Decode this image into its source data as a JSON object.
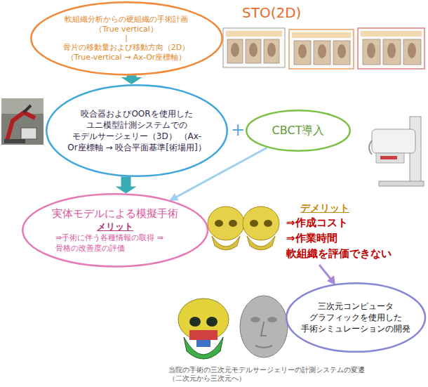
{
  "diagram": {
    "caption": "当院の手術の三次元モデルサージェリーの計測システムの変遷 （二次元から三次元へ）",
    "nodes": [
      {
        "text": [
          "軟組織分析からの硬組織の手術計画 （True vertical）",
          "骨片の移動量および移動方向（2D） （True-vertical → Ax-Or座標軸）"
        ]
      },
      {
        "text": [
          "咬合器およびOORを使用した ユニ模型計測システムでの モデルサージェリー（3D） （Ax-Or座標軸 → 咬合平面基準[術場用]）"
        ]
      },
      {
        "text": [
          "CBCT導入"
        ]
      },
      {
        "text": [
          "実体モデルによる模擬手術",
          "メリット",
          "⇒手術に伴う各種情報の取得 ⇒骨格の改善度の評価"
        ]
      },
      {
        "text": [
          "三次元コンピュータ グラフィックを使用した 手術シミュレーションの開発"
        ]
      }
    ],
    "edges": [
      {
        "from": 0,
        "to": 1,
        "arrow": "to"
      },
      {
        "from": 1,
        "to": 3,
        "arrow": "to"
      },
      {
        "from": 2,
        "to": 3,
        "arrow": "to"
      }
    ],
    "labels": [
      "STO(2D)",
      "+",
      "デメリット",
      "⇒作成コスト",
      "⇒作業時間",
      "軟組織を評価できない"
    ]
  }
}
